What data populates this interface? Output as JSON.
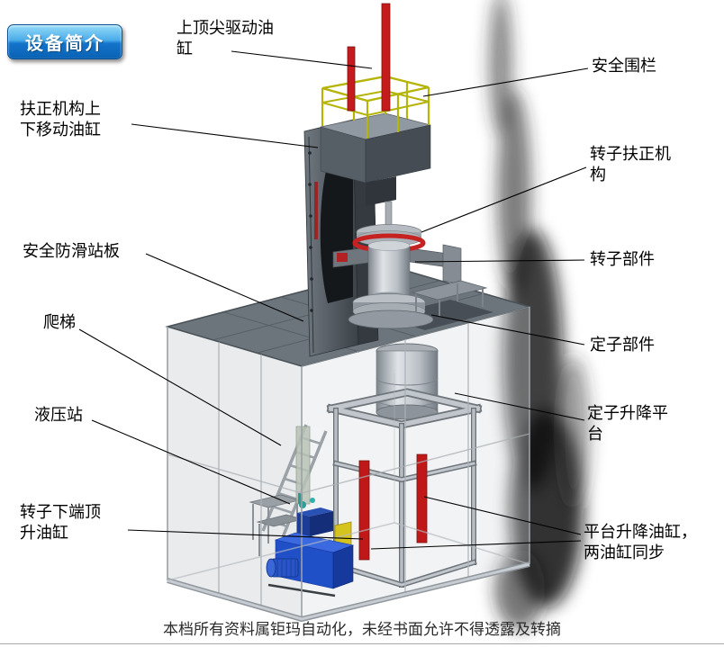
{
  "badge": {
    "label": "设备简介"
  },
  "annotations": {
    "top_cylinder": "上顶尖驱动油缸",
    "safety_fence": "安全围栏",
    "centering_cylinder": "扶正机构上下移动油缸",
    "rotor_centering": "转子扶正机构",
    "antislip_platform": "安全防滑站板",
    "rotor_part": "转子部件",
    "ladder": "爬梯",
    "stator_part": "定子部件",
    "hydraulic_station": "液压站",
    "stator_lift_platform": "定子升降平台",
    "rotor_jack_cylinder": "转子下端顶升油缸",
    "platform_lift_cylinder": "平台升降油缸，两油缸同步"
  },
  "footer": {
    "watermark": "本档所有资料属钜玛自动化，未经书面允许不得透露及转摘"
  },
  "colors": {
    "badge_blue": "#1374ca",
    "cylinder_red": "#c41c1c",
    "hydraulic_blue": "#2050c8",
    "railing_yellow": "#b4b409",
    "machine_gray": "#6d757c"
  }
}
